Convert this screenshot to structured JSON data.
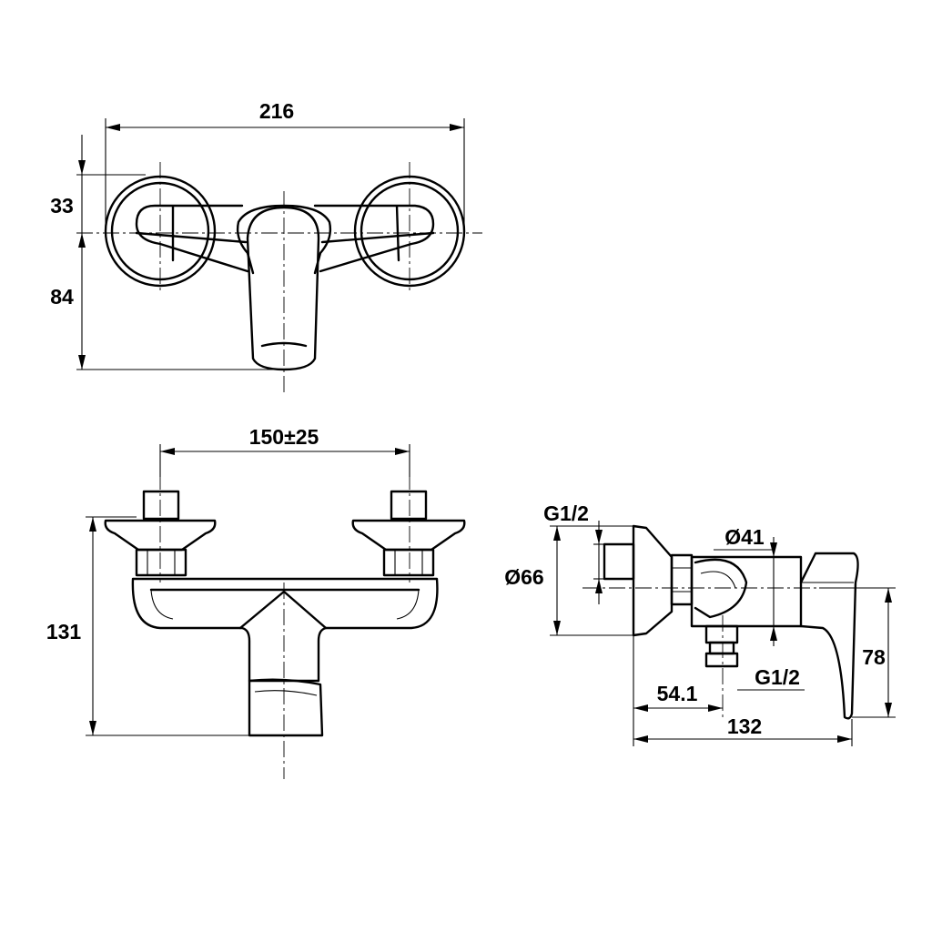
{
  "views": {
    "top": {
      "width_label": "216",
      "upper_depth_label": "33",
      "lower_depth_label": "84"
    },
    "front": {
      "spacing_label": "150±25",
      "height_label": "131"
    },
    "side": {
      "inlet_thread_label": "G1/2",
      "flange_diameter_label": "Ø66",
      "body_diameter_label": "Ø41",
      "outlet_thread_label": "G1/2",
      "outlet_offset_label": "54.1",
      "depth_label": "132",
      "lever_height_label": "78"
    }
  }
}
